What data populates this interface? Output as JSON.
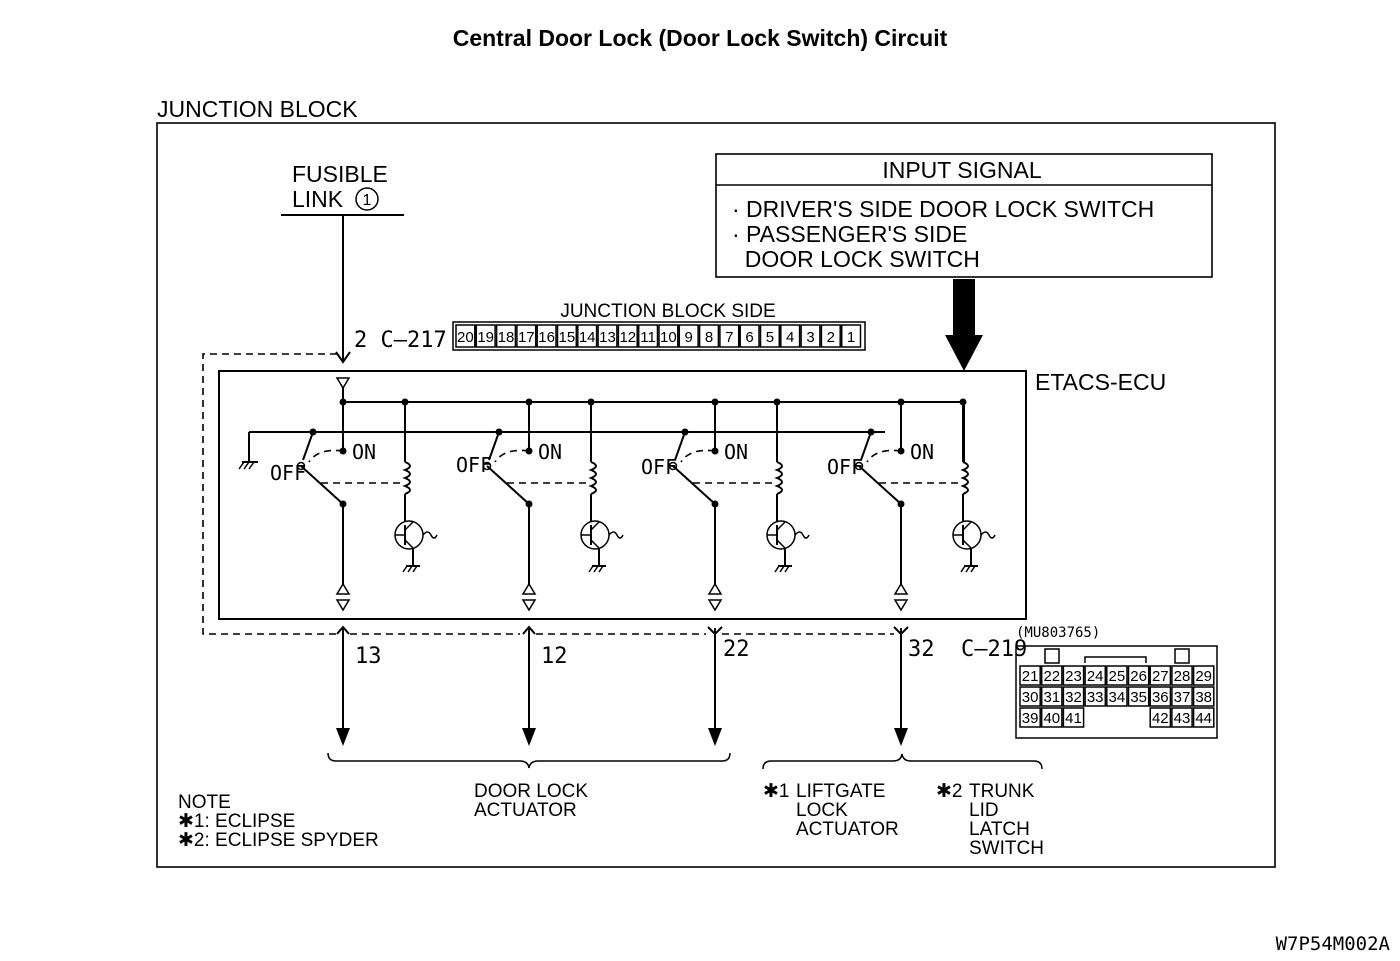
{
  "title": "Central Door Lock (Door Lock Switch) Circuit",
  "junction_block_label": "JUNCTION BLOCK",
  "fusible_link": {
    "line1": "FUSIBLE",
    "line2": "LINK",
    "number": "1"
  },
  "input_signal": {
    "header": "INPUT SIGNAL",
    "lines": [
      "· DRIVER'S SIDE DOOR LOCK SWITCH",
      "· PASSENGER'S SIDE",
      "  DOOR LOCK SWITCH"
    ]
  },
  "connector_c217": {
    "pin_label": "2  C–217",
    "side_label": "JUNCTION BLOCK SIDE",
    "pins": [
      "20",
      "19",
      "18",
      "17",
      "16",
      "15",
      "14",
      "13",
      "12",
      "11",
      "10",
      "9",
      "8",
      "7",
      "6",
      "5",
      "4",
      "3",
      "2",
      "1"
    ]
  },
  "ecu_label": "ETACS-ECU",
  "relays": [
    {
      "off": "OFF",
      "on": "ON",
      "pin": "13"
    },
    {
      "off": "OFF",
      "on": "ON",
      "pin": "12"
    },
    {
      "off": "OFF",
      "on": "ON",
      "pin": "22"
    },
    {
      "off": "OFF",
      "on": "ON",
      "pin": "32  C–219"
    }
  ],
  "connector_c219": {
    "part_number": "(MU803765)",
    "rows": [
      [
        "21",
        "22",
        "23",
        "24",
        "25",
        "26",
        "27",
        "28",
        "29"
      ],
      [
        "30",
        "31",
        "32",
        "33",
        "34",
        "35",
        "36",
        "37",
        "38"
      ],
      [
        "39",
        "40",
        "41",
        "",
        "",
        "",
        "42",
        "43",
        "44"
      ]
    ]
  },
  "outputs": {
    "door_lock": [
      "DOOR LOCK",
      "ACTUATOR"
    ],
    "liftgate": {
      "mark": "✱1",
      "lines": [
        "LIFTGATE",
        "LOCK",
        "ACTUATOR"
      ]
    },
    "trunk": {
      "mark": "✱2",
      "lines": [
        "TRUNK",
        "LID",
        "LATCH",
        "SWITCH"
      ]
    }
  },
  "note": {
    "header": "NOTE",
    "lines": [
      "✱1: ECLIPSE",
      "✱2: ECLIPSE SPYDER"
    ]
  },
  "figure_code": "W7P54M002A"
}
